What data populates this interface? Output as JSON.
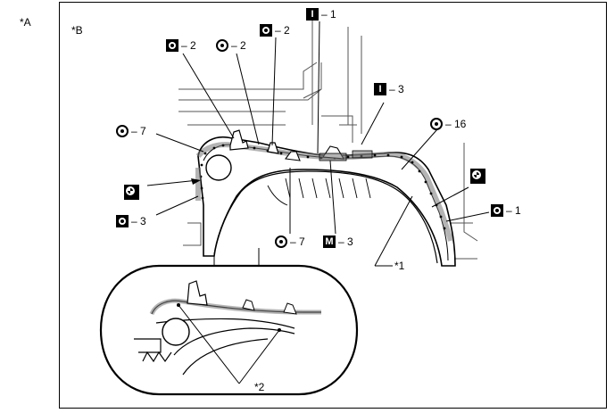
{
  "labels": {
    "view_a": "*A",
    "view_b": "*B",
    "note_1": "*1",
    "note_2": "*2"
  },
  "callouts": [
    {
      "id": "o2-left",
      "symbol": "square-o",
      "glyph": "",
      "text": "– 2"
    },
    {
      "id": "o2-mid",
      "symbol": "circle",
      "glyph": "",
      "text": "– 2"
    },
    {
      "id": "o2-right",
      "symbol": "square-o",
      "glyph": "",
      "text": "– 2"
    },
    {
      "id": "i1",
      "symbol": "letter",
      "glyph": "I",
      "text": "– 1"
    },
    {
      "id": "i3",
      "symbol": "letter",
      "glyph": "I",
      "text": "– 3"
    },
    {
      "id": "o7-top",
      "symbol": "circle",
      "glyph": "",
      "text": "– 7"
    },
    {
      "id": "o16",
      "symbol": "circle",
      "glyph": "",
      "text": "– 16"
    },
    {
      "id": "special-l",
      "symbol": "special",
      "glyph": "",
      "text": ""
    },
    {
      "id": "special-r",
      "symbol": "special",
      "glyph": "",
      "text": ""
    },
    {
      "id": "o3",
      "symbol": "square-o",
      "glyph": "",
      "text": "– 3"
    },
    {
      "id": "o1",
      "symbol": "square-o",
      "glyph": "",
      "text": "– 1"
    },
    {
      "id": "o7-bottom",
      "symbol": "circle",
      "glyph": "",
      "text": "– 7"
    },
    {
      "id": "m3",
      "symbol": "letter",
      "glyph": "M",
      "text": "– 3"
    }
  ]
}
